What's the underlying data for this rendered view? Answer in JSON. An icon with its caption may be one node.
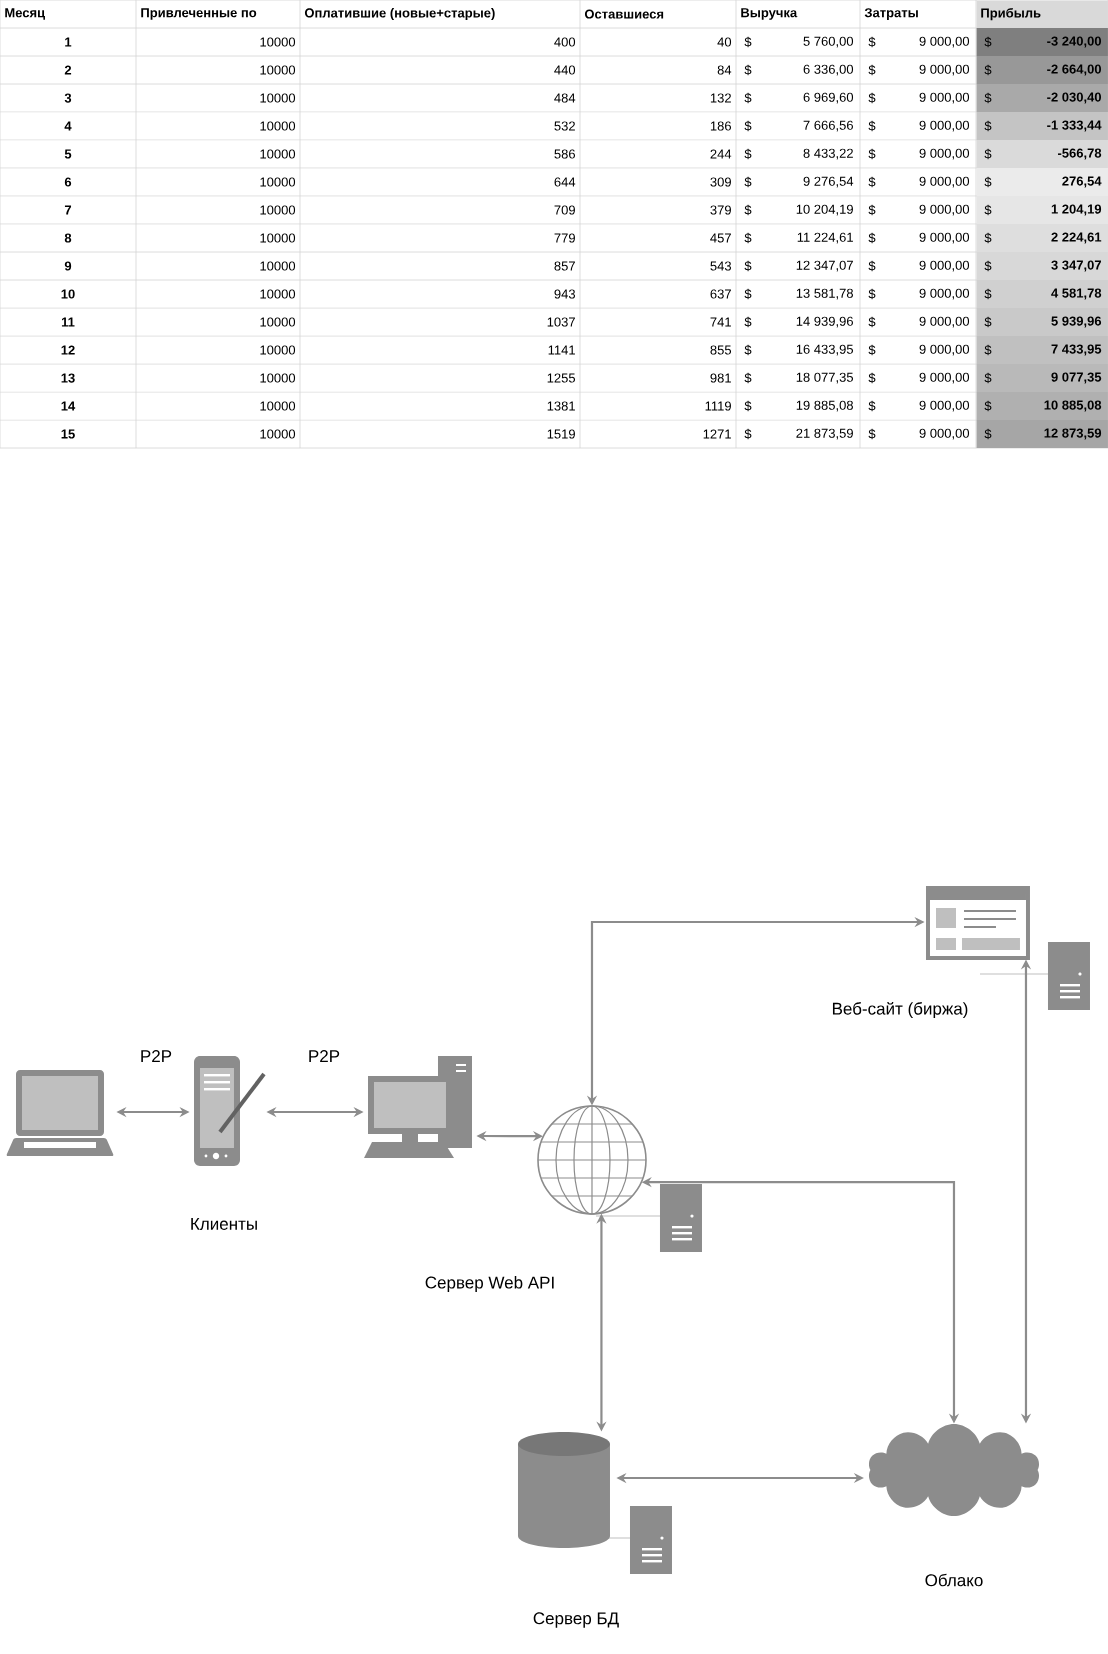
{
  "diagram": {
    "nodes": [
      {
        "text": [],
        "shape": "picture"
      },
      {
        "text": [],
        "shape": "picture"
      },
      {
        "text": [],
        "shape": "picture"
      },
      {
        "text": [],
        "shape": "picture",
        "beside": [
          "Сервер Web API"
        ]
      },
      {
        "text": [],
        "shape": "picture",
        "beside": [
          "Веб-сайт (биржа)"
        ]
      },
      {
        "text": [],
        "shape": "cylinder",
        "beside": [
          "Сервер БД"
        ]
      },
      {
        "text": [],
        "shape": "cloud",
        "beside": [
          "Облако"
        ]
      }
    ],
    "edges": [
      {
        "from": 0,
        "to": 1,
        "arrow": "both",
        "label": "P2P"
      },
      {
        "from": 1,
        "to": 2,
        "arrow": "both",
        "label": "P2P"
      },
      {
        "from": 2,
        "to": 3,
        "arrow": "both"
      },
      {
        "from": 3,
        "to": 4,
        "arrow": "both"
      },
      {
        "from": 4,
        "to": 6,
        "arrow": "both"
      },
      {
        "from": 3,
        "to": 6,
        "arrow": "both"
      },
      {
        "from": 3,
        "to": 5,
        "arrow": "both"
      },
      {
        "from": 5,
        "to": 6,
        "arrow": "both"
      }
    ],
    "labels": [
      "Месяц",
      "Привлеченные по",
      "Оплатившие (новые+старые)",
      "Оставшиеся",
      "Выручка",
      "Затраты",
      "Прибыль",
      "1",
      "10000",
      "400",
      "40",
      "$",
      "5 760,00",
      "$",
      "9 000,00",
      "$",
      "-3 240,00",
      "2",
      "10000",
      "440",
      "84",
      "$",
      "6 336,00",
      "$",
      "9 000,00",
      "$",
      "-2 664,00",
      "3",
      "10000",
      "484",
      "132",
      "$",
      "6 969,60",
      "$",
      "9 000,00",
      "$",
      "-2 030,40",
      "4",
      "10000",
      "532",
      "186",
      "$",
      "7 666,56",
      "$",
      "9 000,00",
      "$",
      "-1 333,44",
      "5",
      "10000",
      "586",
      "244",
      "$",
      "8 433,22",
      "$",
      "9 000,00",
      "$",
      "-566,78",
      "6",
      "10000",
      "644",
      "309",
      "$",
      "9 276,54",
      "$",
      "9 000,00",
      "$",
      "276,54",
      "7",
      "10000",
      "709",
      "379",
      "$",
      "10 204,19",
      "$",
      "9 000,00",
      "$",
      "1 204,19",
      "8",
      "10000",
      "779",
      "457",
      "$",
      "11 224,61",
      "$",
      "9 000,00",
      "$",
      "2 224,61",
      "9",
      "10000",
      "857",
      "543",
      "$",
      "12 347,07",
      "$",
      "9 000,00",
      "$",
      "3 347,07",
      "10",
      "10000",
      "943",
      "637",
      "$",
      "13 581,78",
      "$",
      "9 000,00",
      "$",
      "4 581,78",
      "11",
      "10000",
      "1037",
      "741",
      "$",
      "14 939,96",
      "$",
      "9 000,00",
      "$",
      "5 939,96",
      "12",
      "10000",
      "1141",
      "855",
      "$",
      "16 433,95",
      "$",
      "9 000,00",
      "$",
      "7 433,95",
      "13",
      "10000",
      "1255",
      "981",
      "$",
      "18 077,35",
      "$",
      "9 000,00",
      "$",
      "9 077,35",
      "14",
      "10000",
      "1381",
      "1119",
      "$",
      "19 885,08",
      "$",
      "9 000,00",
      "$",
      "10 885,08",
      "15",
      "10000",
      "1519",
      "1271",
      "$",
      "21 873,59",
      "$",
      "9 000,00",
      "$",
      "12 873,59",
      "Клиенты"
    ]
  }
}
